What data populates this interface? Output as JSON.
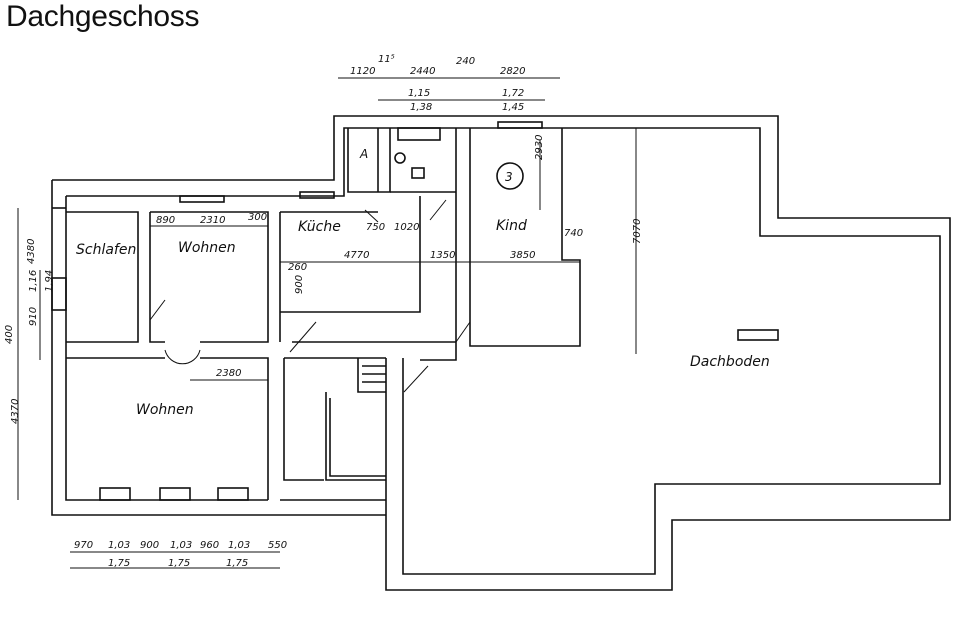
{
  "title": "Dachgeschoss",
  "rooms": {
    "schlafen": "Schlafen",
    "wohnen_top": "Wohnen",
    "kueche": "Küche",
    "kind": "Kind",
    "wohnen_bottom": "Wohnen",
    "dachboden": "Dachboden",
    "bad_label": "A",
    "marker": "3"
  },
  "dimensions": {
    "top": [
      "1120",
      "11⁵",
      "2440",
      "240",
      "2820"
    ],
    "top_sub": [
      "1,15",
      "1,38",
      "1,72",
      "1,45"
    ],
    "left": [
      "4380",
      "1,16",
      "1,94",
      "910",
      "400",
      "4370"
    ],
    "kueche": [
      "750",
      "1020",
      "4770",
      "1350",
      "3850",
      "260",
      "900"
    ],
    "wohnen": [
      "890",
      "2310",
      "300",
      "2380"
    ],
    "kind": [
      "2930",
      "740"
    ],
    "dachboden": [
      "7070"
    ],
    "bottom": [
      "970",
      "1,03",
      "900",
      "1,03",
      "960",
      "1,03",
      "550"
    ],
    "bottom_sub": [
      "1,75",
      "1,75",
      "1,75"
    ]
  }
}
